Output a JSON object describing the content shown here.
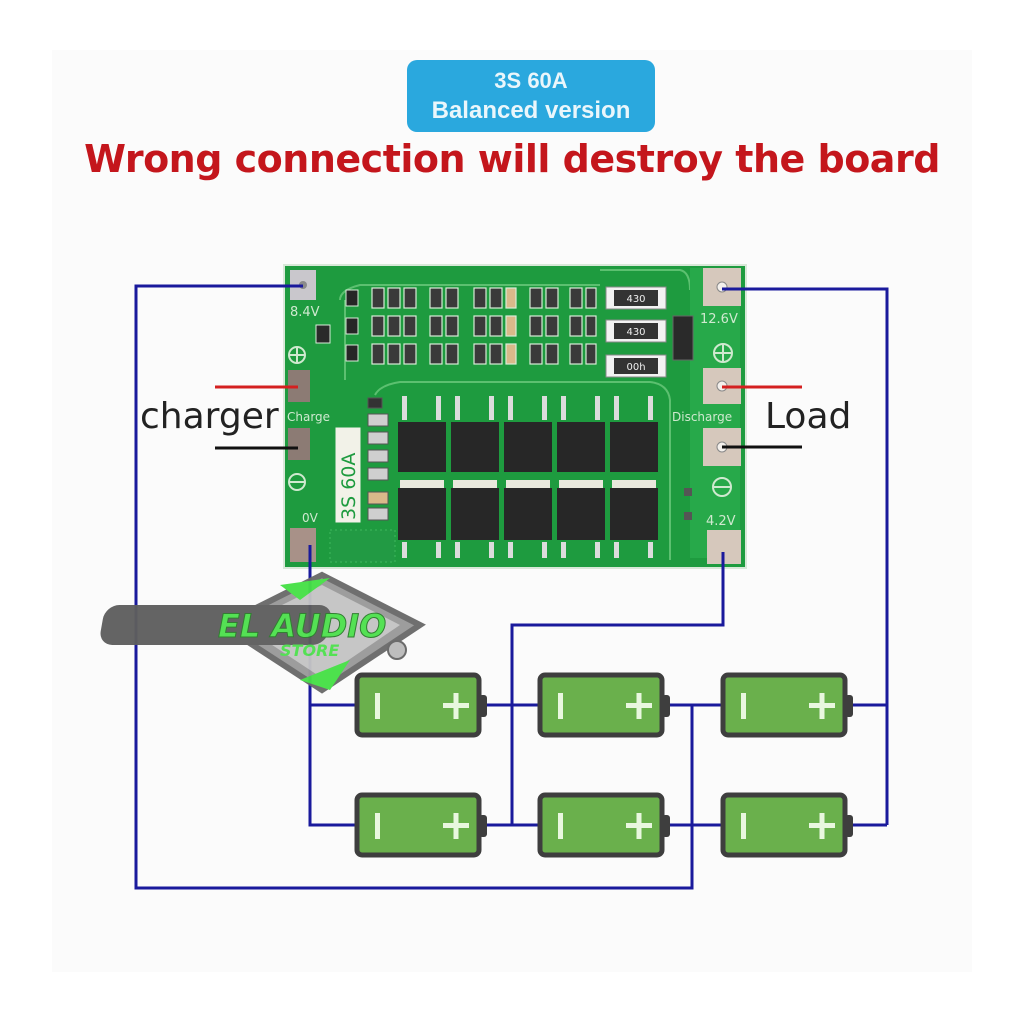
{
  "badge": {
    "line1": "3S 60A",
    "line2": "Balanced version",
    "color": "#2aa8de"
  },
  "warning": {
    "text": "Wrong connection will destroy the board",
    "color": "#c4161c"
  },
  "labels": {
    "charger": "charger",
    "load": "Load"
  },
  "board": {
    "model_marking": "3S 60A",
    "pads": {
      "b_plus_8_4v": "8.4V",
      "charge": "Charge",
      "b_zero": "0V",
      "b_plus_12_6v": "12.6V",
      "discharge": "Discharge",
      "b_plus_4_2v": "4.2V"
    },
    "resistors": [
      "430",
      "430",
      "00h"
    ],
    "mosfet_count": 10,
    "pcb_color": "#1e9b3f"
  },
  "batteries": {
    "rows": 2,
    "columns": 3,
    "negative_symbol": "I",
    "positive_symbol": "+",
    "fill_color": "#6ab04c"
  },
  "wire_color": "#1a1a9c",
  "watermark": {
    "line1": "EL AUDIO",
    "line2": "STORE"
  }
}
